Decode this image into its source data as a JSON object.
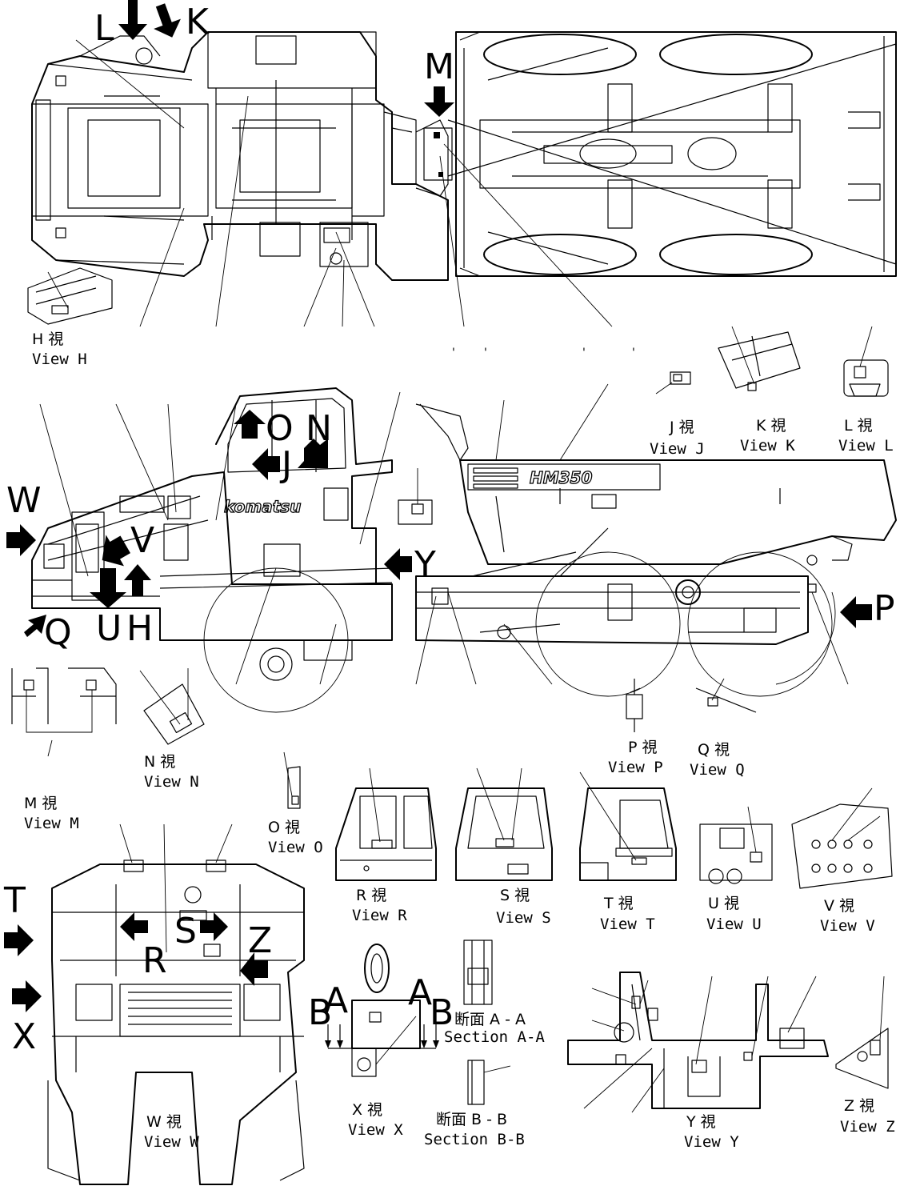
{
  "view_labels": [
    {
      "id": "H",
      "jp": "H 視",
      "en": "View H"
    },
    {
      "id": "J",
      "jp": "J 視",
      "en": "View J"
    },
    {
      "id": "K",
      "jp": "K 視",
      "en": "View K"
    },
    {
      "id": "L",
      "jp": "L 視",
      "en": "View L"
    },
    {
      "id": "N",
      "jp": "N 視",
      "en": "View N"
    },
    {
      "id": "P",
      "jp": "P 視",
      "en": "View P"
    },
    {
      "id": "Q",
      "jp": "Q 視",
      "en": "View Q"
    },
    {
      "id": "M",
      "jp": "M 視",
      "en": "View M"
    },
    {
      "id": "O",
      "jp": "O 視",
      "en": "View O"
    },
    {
      "id": "R",
      "jp": "R 視",
      "en": "View R"
    },
    {
      "id": "S",
      "jp": "S 視",
      "en": "View S"
    },
    {
      "id": "T",
      "jp": "T 視",
      "en": "View T"
    },
    {
      "id": "U",
      "jp": "U 視",
      "en": "View U"
    },
    {
      "id": "V",
      "jp": "V 視",
      "en": "View V"
    },
    {
      "id": "W",
      "jp": "W 視",
      "en": "View W"
    },
    {
      "id": "X",
      "jp": "X 視",
      "en": "View X"
    },
    {
      "id": "Y",
      "jp": "Y 視",
      "en": "View Y"
    },
    {
      "id": "Z",
      "jp": "Z 視",
      "en": "View Z"
    }
  ],
  "sections": [
    {
      "id": "AA",
      "jp": "断面 A - A",
      "en": "Section A-A"
    },
    {
      "id": "BB",
      "jp": "断面 B - B",
      "en": "Section B-B"
    }
  ],
  "arrow_letters": {
    "top_L": "L",
    "top_K": "K",
    "top_M": "M",
    "side_O": "O",
    "side_N": "N",
    "side_J": "J",
    "side_W": "W",
    "side_V": "V",
    "side_Y": "Y",
    "side_P": "P",
    "side_Q": "Q",
    "side_U": "U",
    "side_H": "H",
    "front_T": "T",
    "front_S": "S",
    "front_R": "R",
    "front_Z": "Z",
    "front_X": "X",
    "sec_B1": "B",
    "sec_A1": "A",
    "sec_A2": "A",
    "sec_B2": "B"
  },
  "model_decal": "HM350",
  "brand_decal": "komatsu",
  "tick_marks": [
    "'",
    "'",
    "'",
    "'"
  ]
}
